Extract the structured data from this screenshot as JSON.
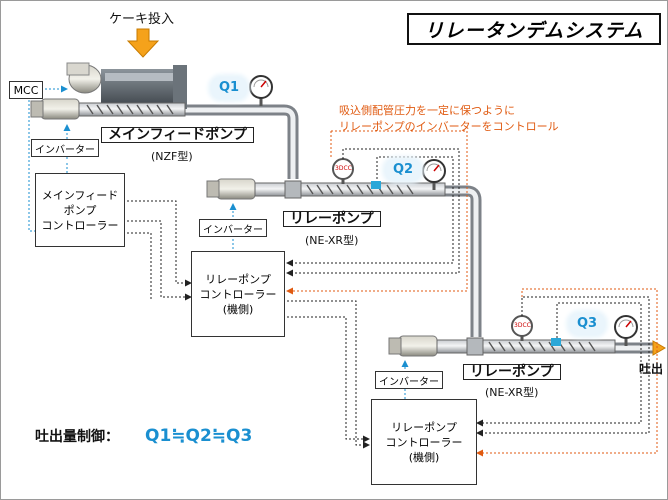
{
  "title": "リレータンデムシステム",
  "cake_input": "ケーキ投入",
  "mcc": "MCC",
  "discharge": "吐出",
  "note_lines": [
    "吸込側配管圧力を一定に保つように",
    "リレーポンプのインバーターをコントロール"
  ],
  "pumps": [
    {
      "name": "メインフィードポンプ",
      "model": "(NZF型)",
      "q": "Q1"
    },
    {
      "name": "リレーポンプ",
      "model": "(NE-XR型)",
      "q": "Q2"
    },
    {
      "name": "リレーポンプ",
      "model": "(NE-XR型)",
      "q": "Q3"
    }
  ],
  "inverter": "インバーター",
  "main_controller": [
    "メインフィード",
    "ポンプ",
    "コントローラー"
  ],
  "relay_controller": [
    "リレーポンプ",
    "コントローラー",
    "(機側)"
  ],
  "gauge_tag": "3DCC",
  "flow_control": {
    "label": "吐出量制御：",
    "formula": "Q1≒Q2≒Q3"
  },
  "colors": {
    "signal": "#222222",
    "accent_blue": "#1a8fd0",
    "note_red": "#e05a10",
    "arrow_orange": "#f5a21b"
  }
}
